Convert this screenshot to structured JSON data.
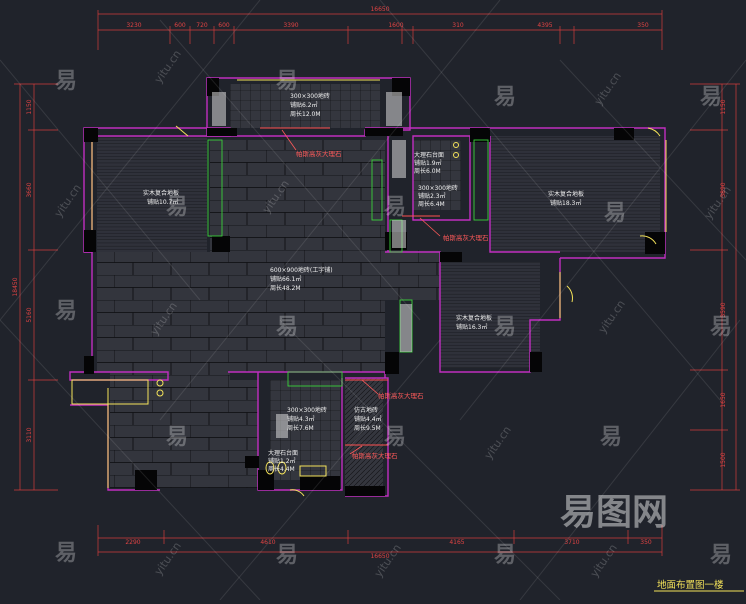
{
  "drawing": {
    "title": "地面布置图一楼",
    "overall_top": "16650",
    "overall_bottom": "16650",
    "overall_left": "18450",
    "top_dims": [
      "3230",
      "600",
      "720",
      "600",
      "3390",
      "1600",
      "310",
      "4395",
      "350"
    ],
    "bottom_dims": [
      "2290",
      "4610",
      "4165",
      "3710",
      "350"
    ],
    "left_dims": [
      "1150",
      "3660",
      "5160",
      "3110"
    ],
    "right_dims": [
      "1150",
      "3890",
      "3590",
      "1650",
      "1500"
    ]
  },
  "rooms": [
    {
      "name": "balcony-tiles",
      "lines": [
        "300×300地砖",
        "铺贴6.2㎡",
        "周长12.0M"
      ]
    },
    {
      "name": "bedroom-left-floor",
      "lines": [
        "实木复合地板",
        "铺贴10.7㎡"
      ]
    },
    {
      "name": "living-floor",
      "lines": [
        "600×900地砖(工字铺)",
        "铺贴66.1㎡",
        "周长48.2M"
      ]
    },
    {
      "name": "marble-threshold-a",
      "lines": [
        "大理石台面",
        "铺贴1.9㎡",
        "周长6.0M"
      ]
    },
    {
      "name": "bath-upper-tiles",
      "lines": [
        "300×300地砖",
        "铺贴2.3㎡",
        "周长6.4M"
      ]
    },
    {
      "name": "bedroom-right-floor",
      "lines": [
        "实木复合地板",
        "铺贴18.3㎡"
      ]
    },
    {
      "name": "bedroom-mid-floor",
      "lines": [
        "实木复合地板",
        "铺贴16.3㎡"
      ]
    },
    {
      "name": "kitchen-tiles",
      "lines": [
        "300×300地砖",
        "铺贴4.3㎡",
        "周长7.6M"
      ]
    },
    {
      "name": "bath-lower-tiles",
      "lines": [
        "仿古地砖",
        "铺贴4.4㎡",
        "周长9.5M"
      ]
    },
    {
      "name": "marble-threshold-b",
      "lines": [
        "大理石台面",
        "铺贴1.2㎡",
        "周长4.4M"
      ]
    }
  ],
  "leaders": [
    "帕斯高灰大理石",
    "帕斯高灰大理石",
    "帕斯高灰大理石",
    "帕斯高灰大理石"
  ],
  "watermark": {
    "glyph": "易",
    "latin": "yitu.cn",
    "brand": "易图网"
  },
  "colors": {
    "wall": "#c02ec0",
    "dim": "#e04343",
    "floor_line": "#0a0a0a",
    "fixture": "#3ad13a",
    "accent": "#f4e35a"
  }
}
